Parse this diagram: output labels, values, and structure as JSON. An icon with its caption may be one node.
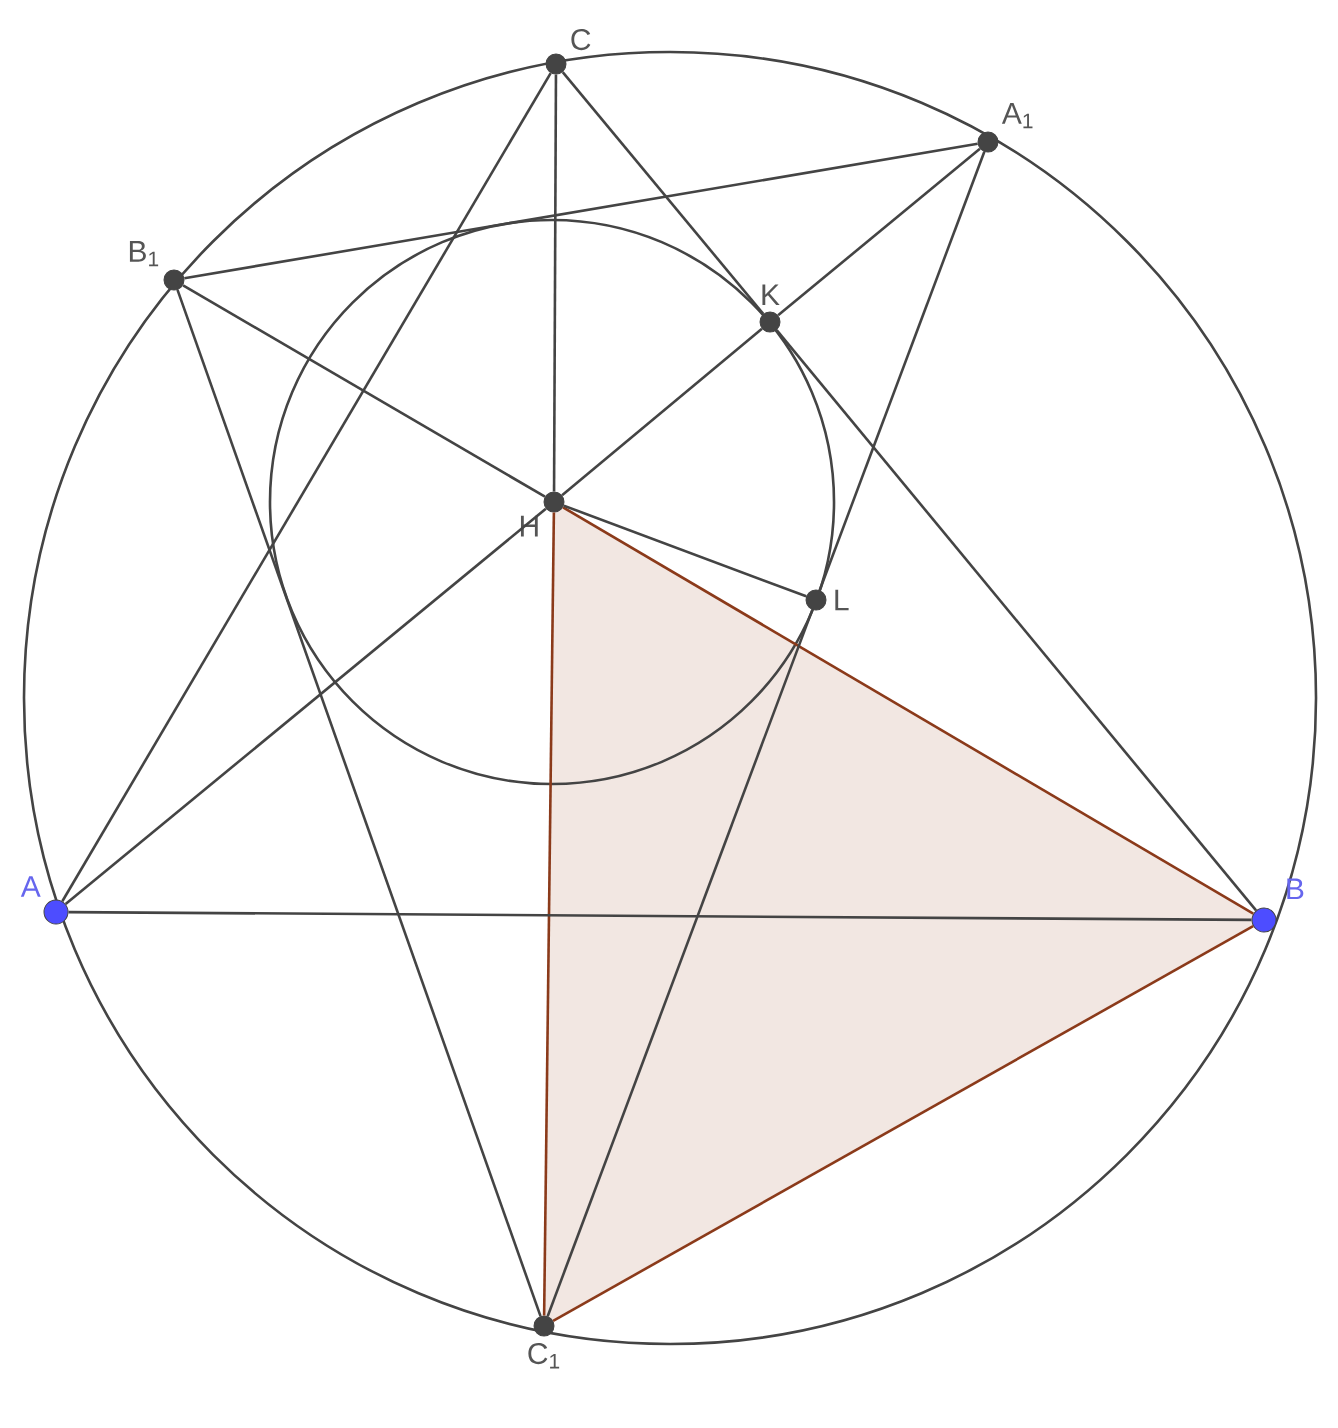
{
  "diagram": {
    "nodes": [
      {
        "text": [
          "C"
        ]
      },
      {
        "text": [
          "A$_{1}$"
        ]
      },
      {
        "text": [
          "B$_{1}$"
        ]
      },
      {
        "text": [
          "K"
        ]
      },
      {
        "text": [
          "H"
        ]
      },
      {
        "text": [
          "L"
        ]
      },
      {
        "text": [
          "A"
        ]
      },
      {
        "text": [
          "B"
        ]
      },
      {
        "text": [
          "C$_{1}$"
        ]
      }
    ],
    "edges": [
      {
        "from": 0,
        "to": 4,
        "arrow": "none"
      },
      {
        "from": 4,
        "to": 8,
        "arrow": "none",
        "color": "#8b3a1a"
      },
      {
        "from": 0,
        "to": 6,
        "arrow": "none"
      },
      {
        "from": 0,
        "to": 3,
        "arrow": "none"
      },
      {
        "from": 3,
        "to": 7,
        "arrow": "none"
      },
      {
        "from": 6,
        "to": 4,
        "arrow": "none"
      },
      {
        "from": 4,
        "to": 3,
        "arrow": "none"
      },
      {
        "from": 3,
        "to": 1,
        "arrow": "none"
      },
      {
        "from": 2,
        "to": 4,
        "arrow": "none"
      },
      {
        "from": 4,
        "to": 7,
        "arrow": "none",
        "color": "#8b3a1a"
      },
      {
        "from": 2,
        "to": 1,
        "arrow": "none"
      },
      {
        "from": 2,
        "to": 8,
        "arrow": "none"
      },
      {
        "from": 1,
        "to": 5,
        "arrow": "none"
      },
      {
        "from": 5,
        "to": 8,
        "arrow": "none"
      },
      {
        "from": 4,
        "to": 5,
        "arrow": "none"
      },
      {
        "from": 6,
        "to": 7,
        "arrow": "none"
      },
      {
        "from": 8,
        "to": 7,
        "arrow": "none",
        "color": "#8b3a1a"
      }
    ]
  }
}
